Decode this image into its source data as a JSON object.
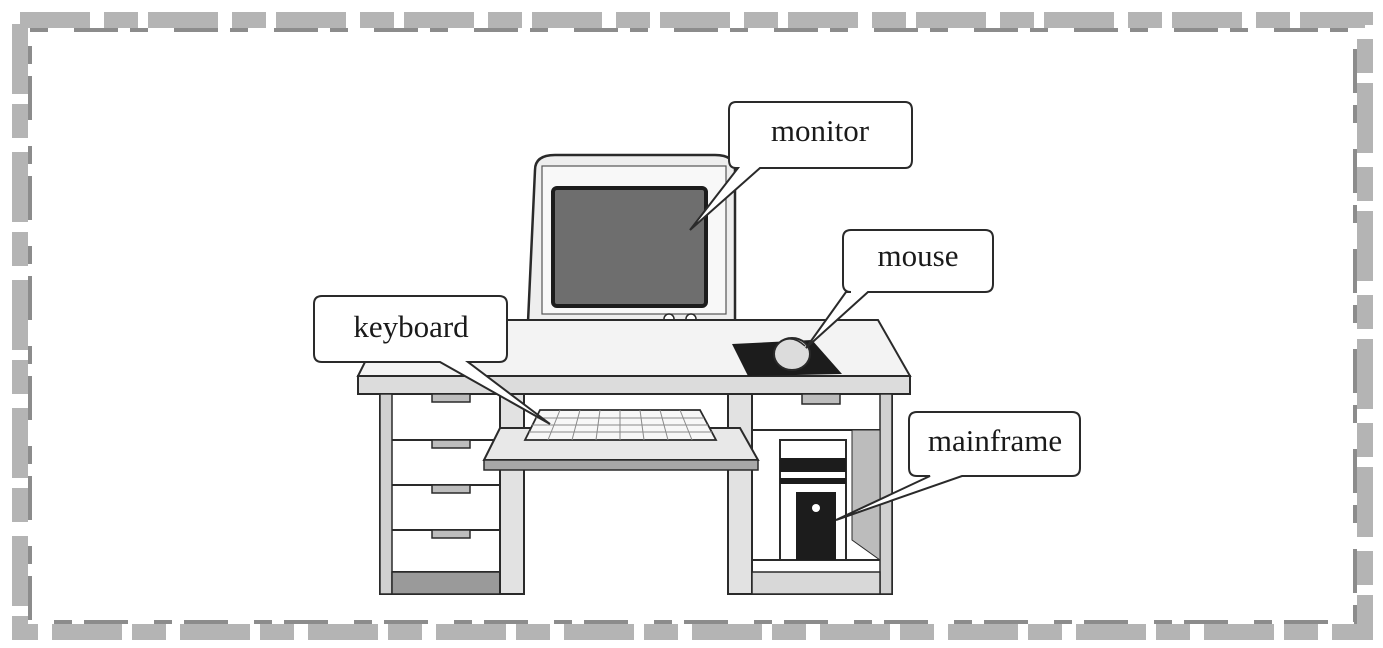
{
  "diagram": {
    "labels": {
      "monitor": "monitor",
      "mouse": "mouse",
      "keyboard": "keyboard",
      "mainframe": "mainframe"
    },
    "colors": {
      "background": "#ffffff",
      "border": "#9a9a9a",
      "line": "#2a2a2a",
      "desk_top": "#f2f2f2",
      "screen": "#6e6e6e",
      "dark": "#1c1c1c"
    }
  }
}
